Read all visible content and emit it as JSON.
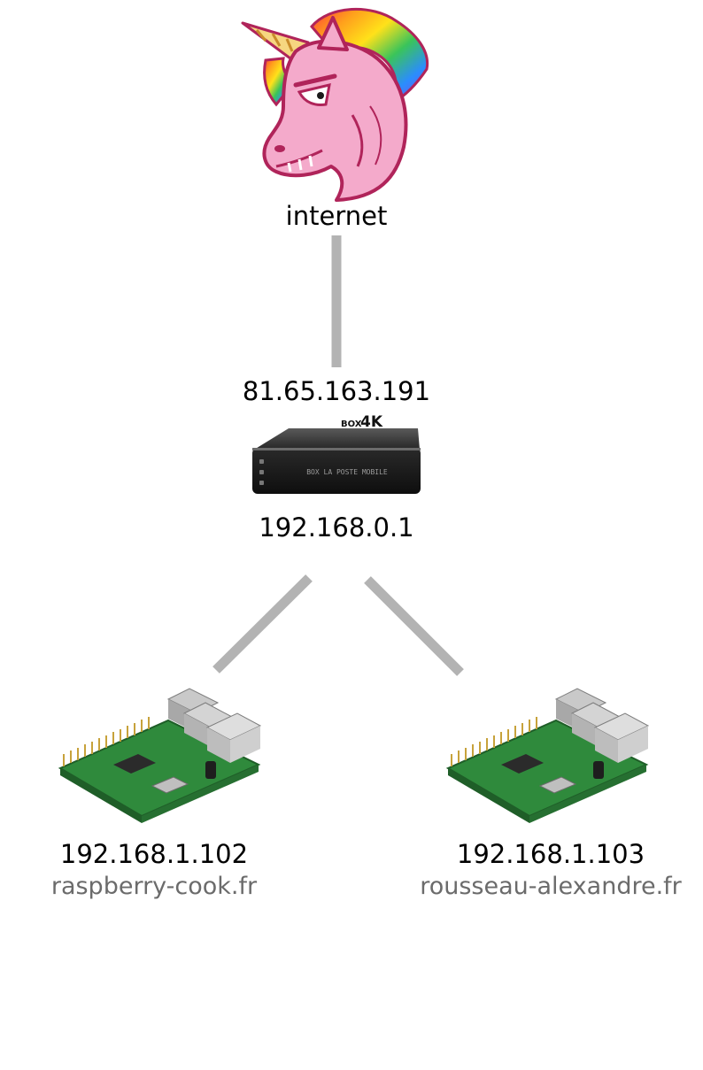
{
  "internet": {
    "label": "internet",
    "icon": "unicorn-mascot-icon"
  },
  "router": {
    "public_ip": "81.65.163.191",
    "local_ip": "192.168.0.1",
    "badge_box": "BOX",
    "badge_4k": "4K",
    "front_text": "BOX LA POSTE MOBILE",
    "icon": "set-top-box-icon"
  },
  "devices": [
    {
      "ip": "192.168.1.102",
      "hostname": "raspberry-cook.fr",
      "icon": "raspberry-pi-board-icon"
    },
    {
      "ip": "192.168.1.103",
      "hostname": "rousseau-alexandre.fr",
      "icon": "raspberry-pi-board-icon"
    }
  ],
  "colors": {
    "link": "#b3b3b3",
    "text": "#000000",
    "hostname": "#6b6b6b",
    "unicorn_pink": "#f4aacb",
    "unicorn_outline": "#b0245a",
    "board_green": "#2f8a3c",
    "box_body": "#1c1c1c"
  }
}
